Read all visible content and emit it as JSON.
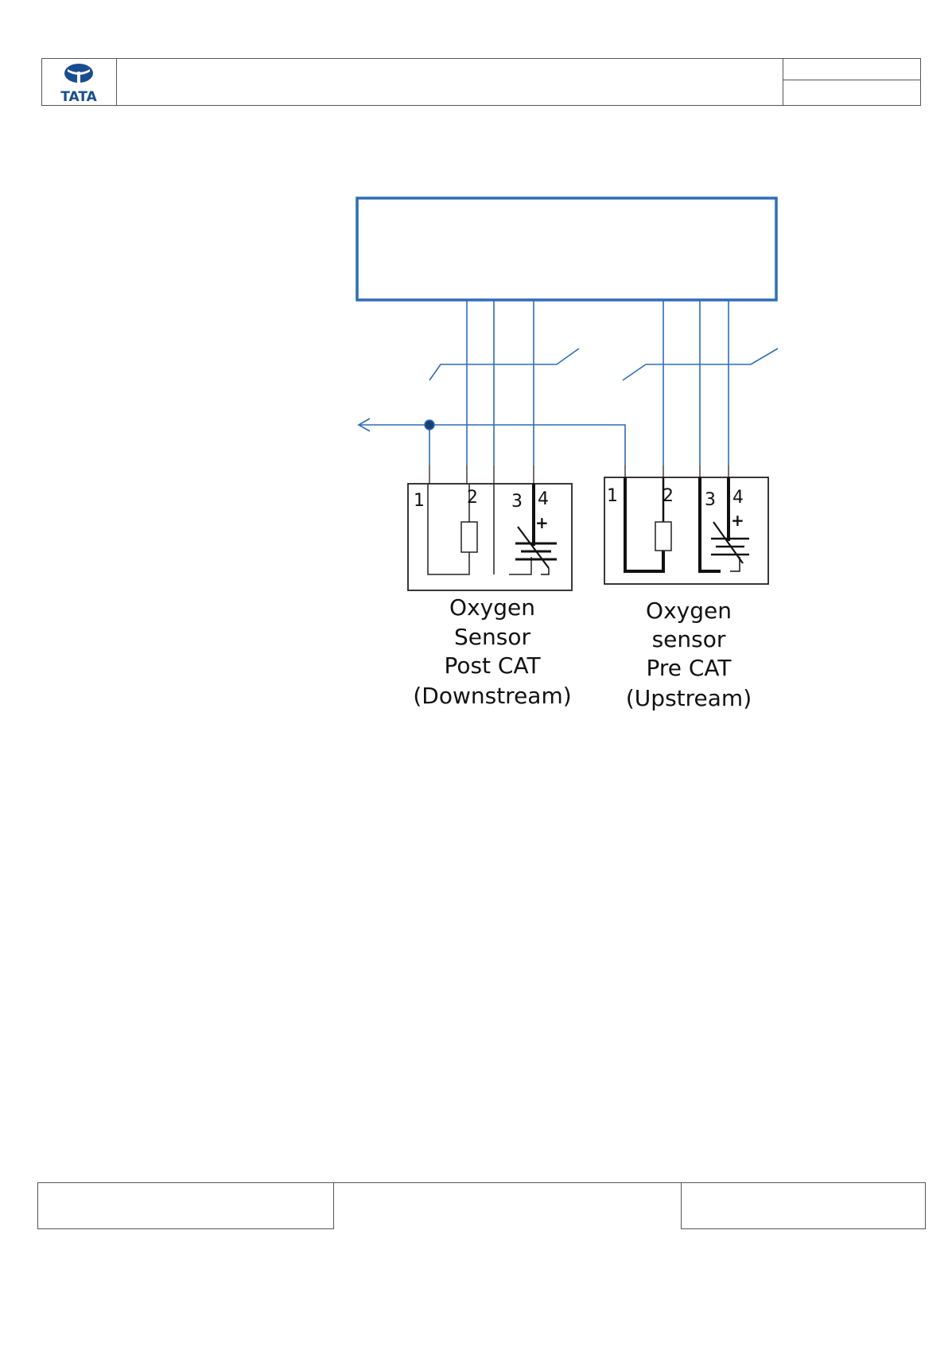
{
  "header": {
    "logo_text": "TATA"
  },
  "diagram": {
    "sensor_downstream": {
      "pins": [
        "1",
        "2",
        "3",
        "4"
      ],
      "plus_sign": "+",
      "label_lines": [
        "Oxygen",
        "Sensor",
        "Post CAT",
        "(Downstream)"
      ]
    },
    "sensor_upstream": {
      "pins": [
        "1",
        "2",
        "3",
        "4"
      ],
      "plus_sign": "+",
      "label_lines": [
        "Oxygen",
        "sensor",
        "Pre CAT",
        "(Upstream)"
      ]
    }
  },
  "colors": {
    "wire": "#2e6db4",
    "logo": "#1a4d8f",
    "frame": "#555555"
  }
}
